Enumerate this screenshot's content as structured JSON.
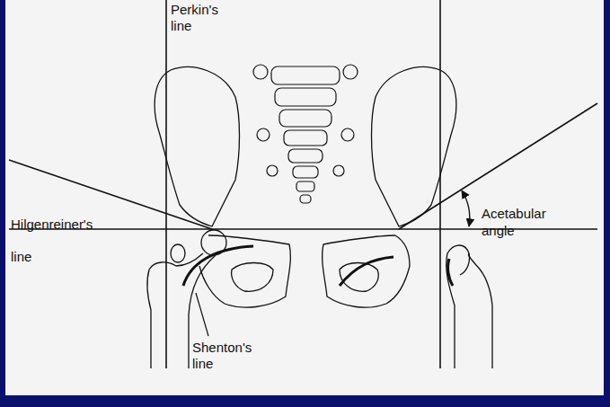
{
  "diagram": {
    "labels": [
      "Perkin's line",
      "Hilgenreiner's line",
      "Acetabular angle",
      "Shenton's line"
    ]
  }
}
